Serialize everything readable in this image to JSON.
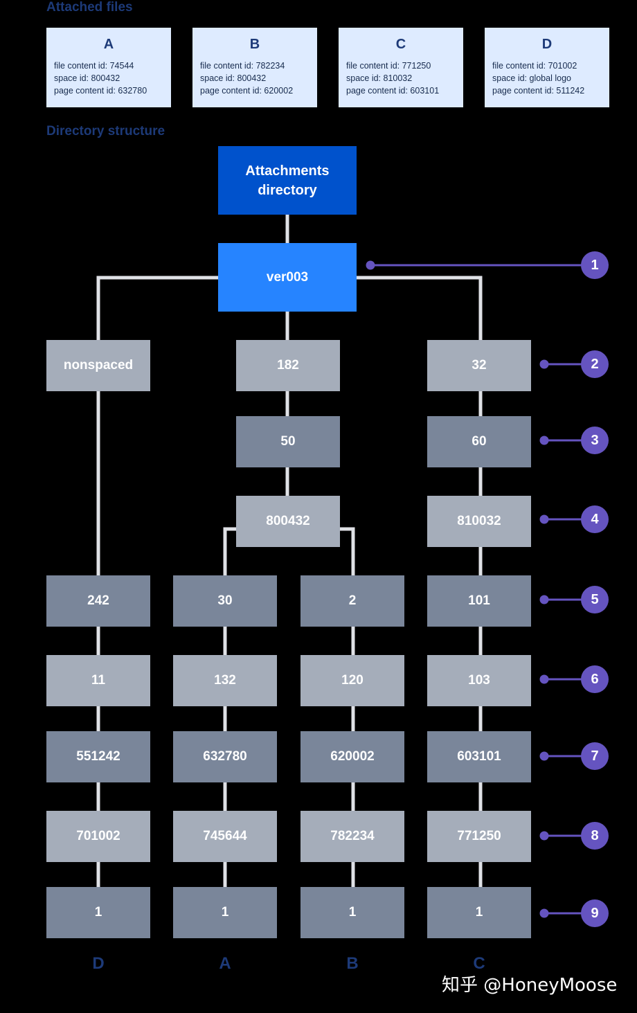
{
  "attached_files_title": "Attached files",
  "directory_structure_title": "Directory structure",
  "files": [
    {
      "letter": "A",
      "file_content_id": "file content id: 74544",
      "space_id": "space id: 800432",
      "page_content_id": "page content id: 632780"
    },
    {
      "letter": "B",
      "file_content_id": "file content id: 782234",
      "space_id": "space id: 800432",
      "page_content_id": "page content id: 620002"
    },
    {
      "letter": "C",
      "file_content_id": "file content id: 771250",
      "space_id": "space id: 810032",
      "page_content_id": "page content id: 603101"
    },
    {
      "letter": "D",
      "file_content_id": "file content id: 701002",
      "space_id": "space id: global logo",
      "page_content_id": "page content id: 511242"
    }
  ],
  "tree": {
    "root": "Attachments\ndirectory",
    "version": "ver003",
    "level2": {
      "d": "nonspaced",
      "ab": "182",
      "c": "32"
    },
    "level3": {
      "ab": "50",
      "c": "60"
    },
    "level4": {
      "ab": "800432",
      "c": "810032"
    },
    "columns": [
      {
        "label": "D",
        "level5": "242",
        "level6": "11",
        "level7": "551242",
        "level8": "701002",
        "level9": "1"
      },
      {
        "label": "A",
        "level5": "30",
        "level6": "132",
        "level7": "632780",
        "level8": "745644",
        "level9": "1"
      },
      {
        "label": "B",
        "level5": "2",
        "level6": "120",
        "level7": "620002",
        "level8": "782234",
        "level9": "1"
      },
      {
        "label": "C",
        "level5": "101",
        "level6": "103",
        "level7": "603101",
        "level8": "771250",
        "level9": "1"
      }
    ]
  },
  "level_markers": [
    "1",
    "2",
    "3",
    "4",
    "5",
    "6",
    "7",
    "8",
    "9"
  ],
  "watermark": "知乎 @HoneyMoose",
  "colors": {
    "background": "#000000",
    "title_blue": "#1d3a78",
    "card_bg": "#deebff",
    "root_blue": "#0052cc",
    "version_blue": "#2684ff",
    "node_light": "#a5adba",
    "node_dark": "#7a869a",
    "connector": "#dfe1e6",
    "marker_purple": "#6554c0"
  }
}
